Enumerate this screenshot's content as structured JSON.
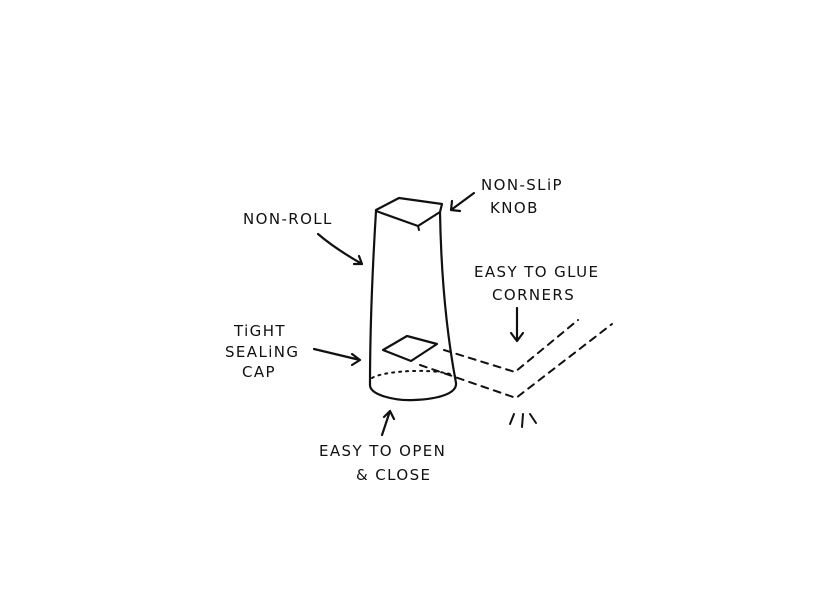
{
  "labels": {
    "non_slip_knob_line1": "NON-SLiP",
    "non_slip_knob_line2": "KNOB",
    "non_roll": "NON-ROLL",
    "easy_to_glue_line1": "EASY TO GLUE",
    "easy_to_glue_line2": "CORNERS",
    "tight_sealing_line1": "TiGHT",
    "tight_sealing_line2": "SEALiNG",
    "tight_sealing_line3": "CAP",
    "easy_open_line1": "EASY TO OPEN",
    "easy_open_line2": "& CLOSE"
  },
  "colors": {
    "ink": "#111111",
    "background": "#ffffff"
  }
}
